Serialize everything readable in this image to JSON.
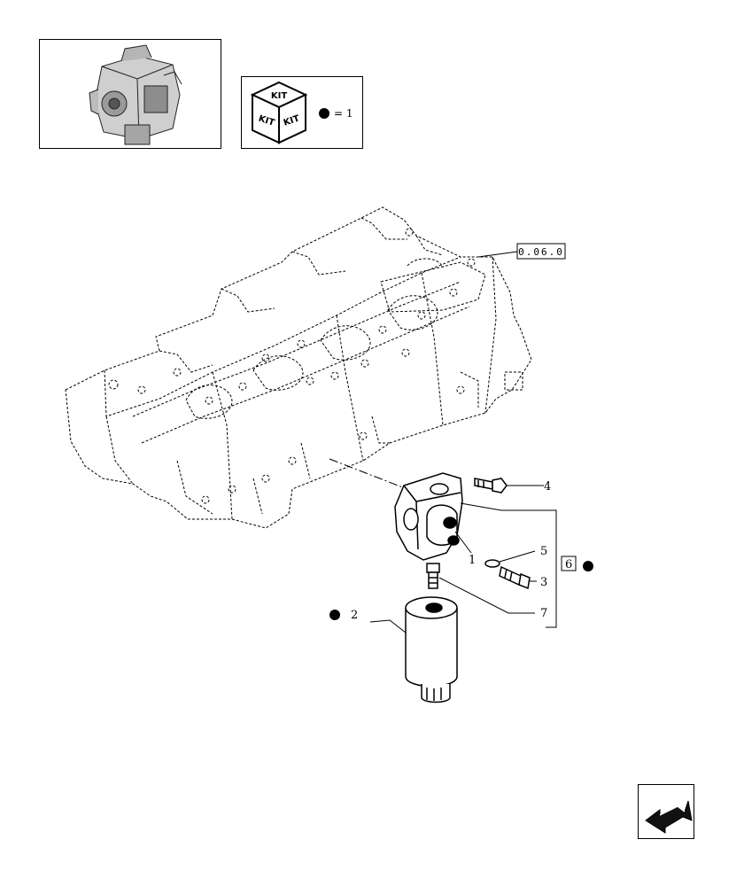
{
  "kit_legend": {
    "cube_label_top": "KIT",
    "cube_label_left": "KIT",
    "cube_label_right": "KIT",
    "equals_text": "= 1"
  },
  "reference_box": {
    "label": "0.06.0"
  },
  "callouts": {
    "c1": "1",
    "c2": "2",
    "c3": "3",
    "c4": "4",
    "c5": "5",
    "c6": "6",
    "c7": "7"
  },
  "icons": {
    "thumbnail": "engine-thumbnail-icon",
    "kit": "kit-cube-icon",
    "navigation": "next-page-arrow-icon",
    "kit_marker": "kit-dot-icon"
  }
}
